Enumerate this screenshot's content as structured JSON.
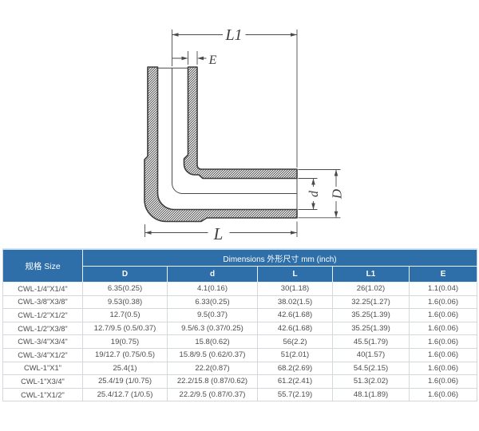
{
  "diagram": {
    "labels": {
      "l1": "L1",
      "e": "E",
      "l": "L",
      "d": "d",
      "big_d": "D"
    }
  },
  "table": {
    "size_header": "规格 Size",
    "dims_header": "Dimensions 外形尺寸 mm (inch)",
    "columns": [
      "D",
      "d",
      "L",
      "L1",
      "E"
    ],
    "rows": [
      {
        "size": "CWL-1/4\"X1/4\"",
        "values": [
          "6.35(0.25)",
          "4.1(0.16)",
          "30(1.18)",
          "26(1.02)",
          "1.1(0.04)"
        ]
      },
      {
        "size": "CWL-3/8\"X3/8\"",
        "values": [
          "9.53(0.38)",
          "6.33(0.25)",
          "38.02(1.5)",
          "32.25(1.27)",
          "1.6(0.06)"
        ]
      },
      {
        "size": "CWL-1/2\"X1/2\"",
        "values": [
          "12.7(0.5)",
          "9.5(0.37)",
          "42.6(1.68)",
          "35.25(1.39)",
          "1.6(0.06)"
        ]
      },
      {
        "size": "CWL-1/2\"X3/8\"",
        "values": [
          "12.7/9.5  (0.5/0.37)",
          "9.5/6.3  (0.37/0.25)",
          "42.6(1.68)",
          "35.25(1.39)",
          "1.6(0.06)"
        ]
      },
      {
        "size": "CWL-3/4\"X3/4\"",
        "values": [
          "19(0.75)",
          "15.8(0.62)",
          "56(2.2)",
          "45.5(1.79)",
          "1.6(0.06)"
        ]
      },
      {
        "size": "CWL-3/4\"X1/2\"",
        "values": [
          "19/12.7  (0.75/0.5)",
          "15.8/9.5  (0.62/0.37)",
          "51(2.01)",
          "40(1.57)",
          "1.6(0.06)"
        ]
      },
      {
        "size": "CWL-1\"X1\"",
        "values": [
          "25.4(1)",
          "22.2(0.87)",
          "68.2(2.69)",
          "54.5(2.15)",
          "1.6(0.06)"
        ]
      },
      {
        "size": "CWL-1\"X3/4\"",
        "values": [
          "25.4/19  (1/0.75)",
          "22.2/15.8  (0.87/0.62)",
          "61.2(2.41)",
          "51.3(2.02)",
          "1.6(0.06)"
        ]
      },
      {
        "size": "CWL-1\"X1/2\"",
        "values": [
          "25.4/12.7  (1/0.5)",
          "22.2/9.5  (0.87/0.37)",
          "55.7(2.19)",
          "48.1(1.89)",
          "1.6(0.06)"
        ]
      }
    ]
  },
  "colors": {
    "header_bg": "#2e6fa9",
    "header_text": "#ffffff",
    "body_text": "#4c4c4c",
    "grid_line": "#d3d8dd",
    "drawing_line": "#3c3c3c"
  }
}
